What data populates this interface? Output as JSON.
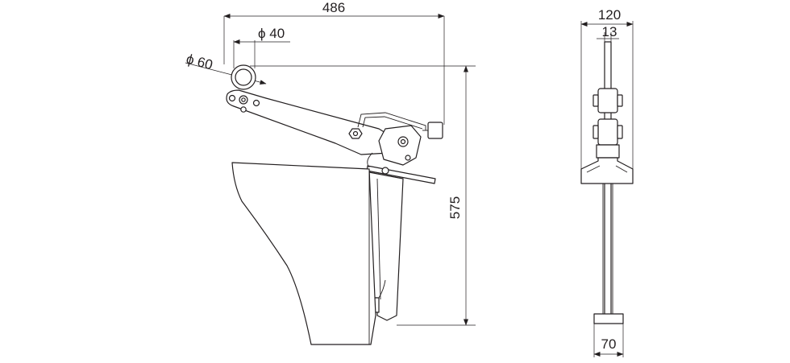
{
  "dimensions": {
    "overall_width": "486",
    "eye_inner": "ϕ 40",
    "eye_outer": "ϕ 60",
    "overall_height": "575",
    "side_width": "120",
    "plate_thickness": "13",
    "base_width": "70"
  }
}
